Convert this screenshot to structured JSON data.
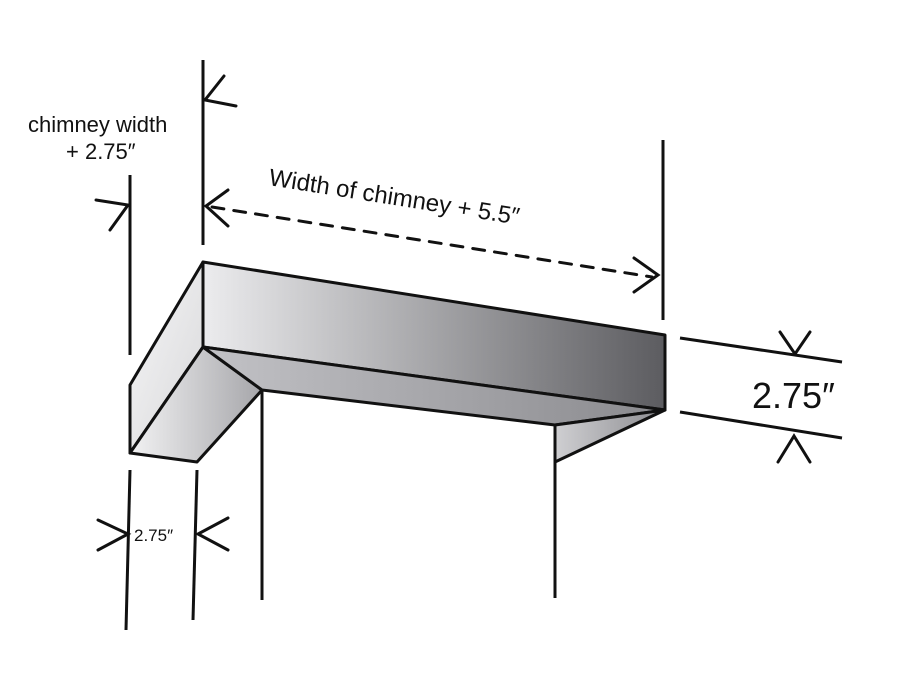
{
  "labels": {
    "depth_line1": "chimney width",
    "depth_line2": "+ 2.75″",
    "width": "Width of chimney + 5.5″",
    "height": "2.75″",
    "side": "2.75″"
  },
  "colors": {
    "line": "#111111",
    "face_light": "#e8e8ea",
    "face_dark": "#5e5e62",
    "under_light": "#b4b4b8",
    "under_dark": "#8e8e92",
    "side_light": "#f4f4f5",
    "side_dark": "#a4a4a8"
  }
}
